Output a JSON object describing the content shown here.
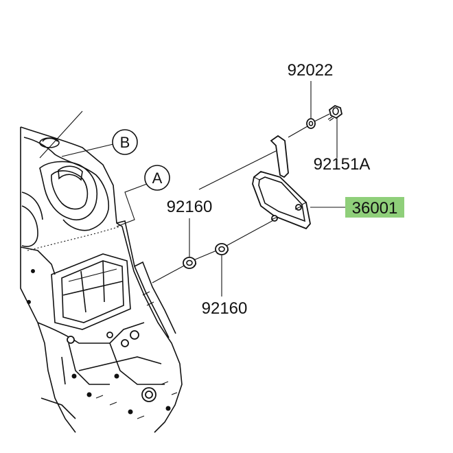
{
  "labels": {
    "p92022": "92022",
    "p92151a": "92151A",
    "p36001": "36001",
    "p92160_top": "92160",
    "p92160_bottom": "92160"
  },
  "callouts": {
    "b": "B",
    "a": "A"
  },
  "colors": {
    "highlight": "#8fcf7a",
    "line": "#111111",
    "background": "#ffffff"
  }
}
